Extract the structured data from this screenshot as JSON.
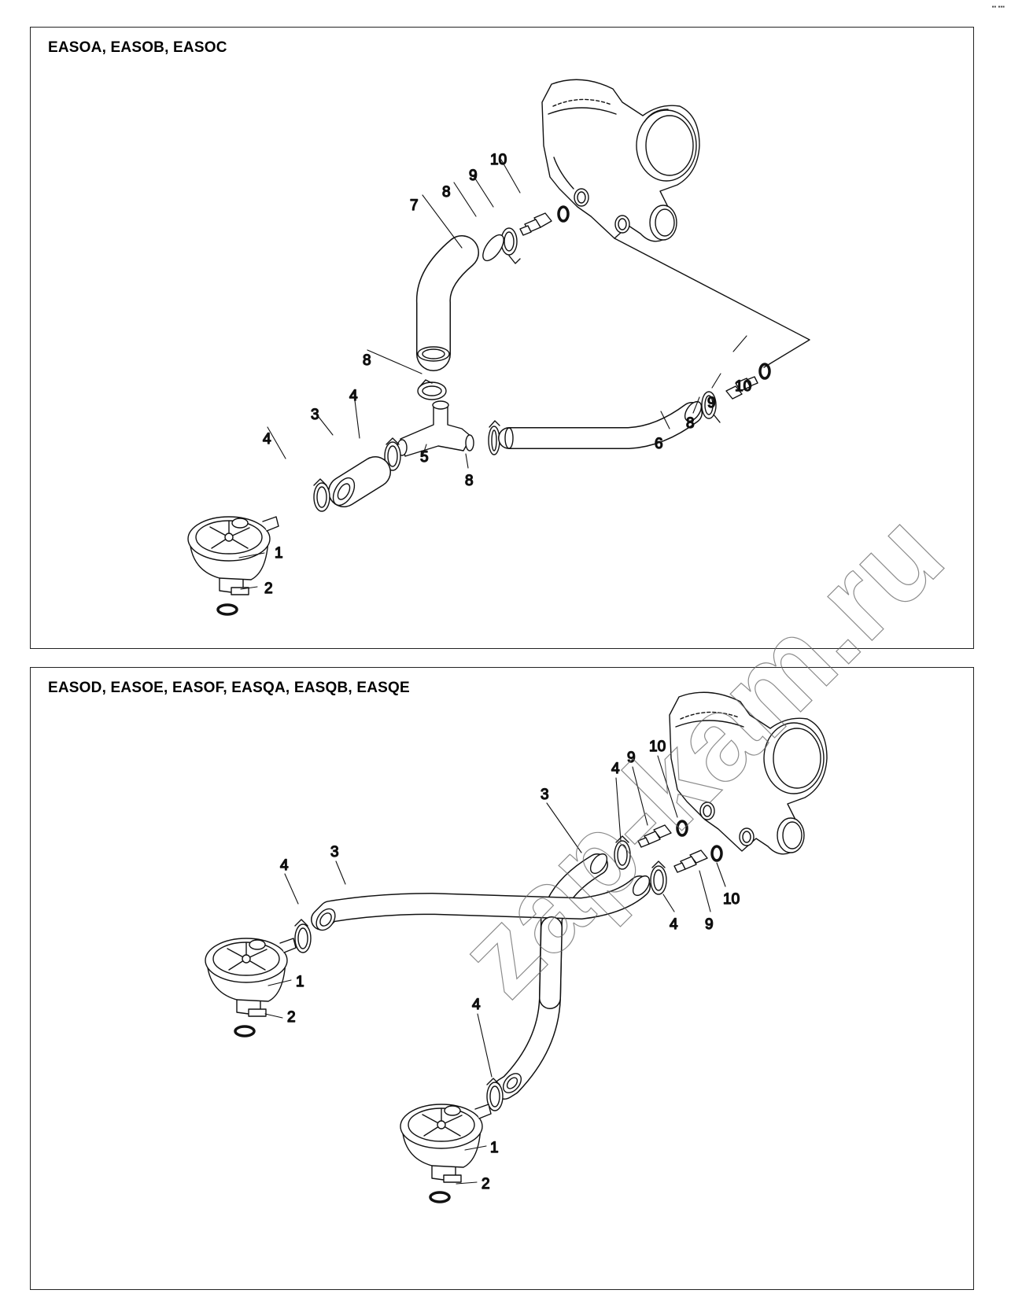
{
  "panels": [
    {
      "title": "EASOA, EASOB, EASOC"
    },
    {
      "title": "EASOD, EASOE, EASOF, EASQA, EASQB, EASQE"
    }
  ],
  "watermark": "zap-kam.ru",
  "corner_mark": "▪▪ ▪▪▪",
  "callouts_top": {
    "c1": "1",
    "c2": "2",
    "c3": "3",
    "c4a": "4",
    "c4b": "4",
    "c5": "5",
    "c6": "6",
    "c7": "7",
    "c8a": "8",
    "c8b": "8",
    "c8c": "8",
    "c8d": "8",
    "c9a": "9",
    "c9b": "9",
    "c10a": "10",
    "c10b": "10"
  },
  "callouts_bottom": {
    "c1a": "1",
    "c1b": "1",
    "c2a": "2",
    "c2b": "2",
    "c3a": "3",
    "c3b": "3",
    "c4a": "4",
    "c4b": "4",
    "c4c": "4",
    "c4d": "4",
    "c9a": "9",
    "c9b": "9",
    "c10a": "10",
    "c10b": "10"
  }
}
